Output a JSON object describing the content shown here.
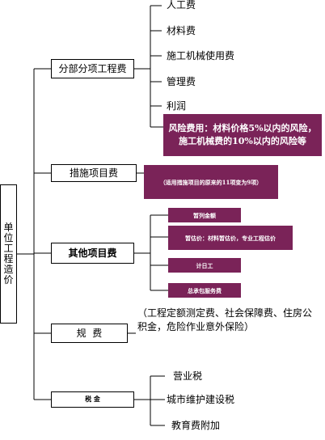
{
  "root": {
    "label": "单位工程造价"
  },
  "branches": {
    "fenbu": "分部分项工程费",
    "cuoshi": "措施项目费",
    "qita": "其他项目费",
    "guifei": "规  费",
    "shuijin": "税 金"
  },
  "fenbu_items": [
    "人工费",
    "材料费",
    "施工机械使用费",
    "管理费",
    "利润"
  ],
  "risk_note": "风险费用：材料价格5%以内的风险，施工机械费的10%以内的风险等",
  "cuoshi_note": "（适用措施项目的原来的11项变为9项）",
  "qita_items": [
    "暂列金额",
    "暂估价：材料暂估价，专业工程估价",
    "计日工",
    "总承包服务费"
  ],
  "guifei_note": "（工程定额测定费、社会保障费、住房公积金，危险作业意外保险）",
  "shuijin_items": [
    "营业税",
    "城市维护建设税",
    "教育费附加"
  ],
  "colors": {
    "purple": "#7a2358",
    "line": "#000000"
  }
}
